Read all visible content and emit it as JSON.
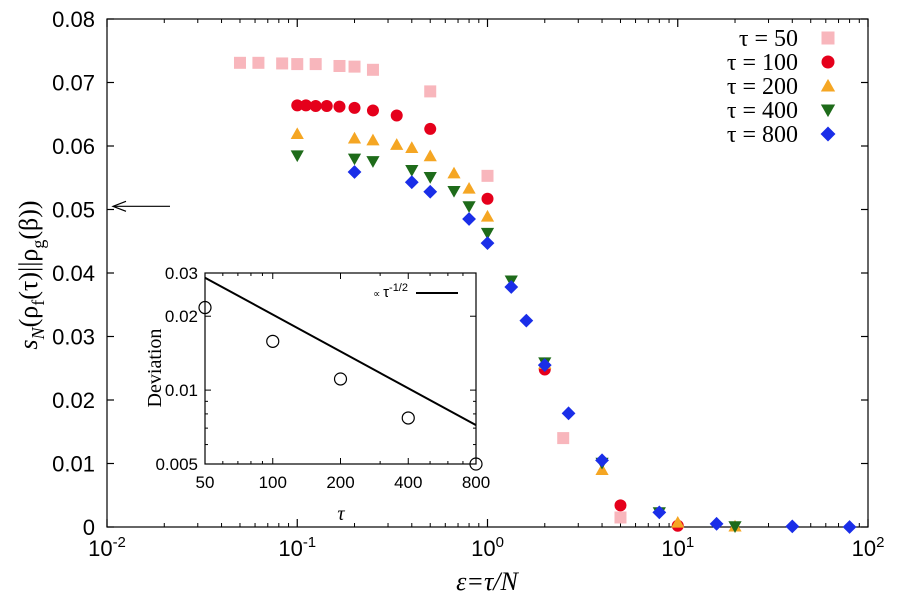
{
  "chart_data": [
    {
      "type": "scatter",
      "xscale": "log",
      "xlim": [
        0.01,
        100
      ],
      "ylim": [
        0,
        0.08
      ],
      "xlabel": "ε=τ/N",
      "ylabel": "s_N(ρ_f(τ)||ρ_g(β))",
      "x_ticks": [
        {
          "value": 0.01,
          "base": "10",
          "exp": "-2"
        },
        {
          "value": 0.1,
          "base": "10",
          "exp": "-1"
        },
        {
          "value": 1,
          "base": "10",
          "exp": "0"
        },
        {
          "value": 10,
          "base": "10",
          "exp": "1"
        },
        {
          "value": 100,
          "base": "10",
          "exp": "2"
        }
      ],
      "y_ticks": [
        {
          "value": 0,
          "label": "0"
        },
        {
          "value": 0.01,
          "label": "0.01"
        },
        {
          "value": 0.02,
          "label": "0.02"
        },
        {
          "value": 0.03,
          "label": "0.03"
        },
        {
          "value": 0.04,
          "label": "0.04"
        },
        {
          "value": 0.05,
          "label": "0.05"
        },
        {
          "value": 0.06,
          "label": "0.06"
        },
        {
          "value": 0.07,
          "label": "0.07"
        },
        {
          "value": 0.08,
          "label": "0.08"
        }
      ],
      "legend_position": "top-right",
      "annotations": [
        {
          "type": "arrow",
          "pointing": "left",
          "y": 0.0505
        }
      ],
      "series": [
        {
          "name": "τ = 50",
          "color": "#f8b6bc",
          "marker": "square",
          "points": [
            [
              0.05,
              0.0731
            ],
            [
              0.0625,
              0.0731
            ],
            [
              0.0833,
              0.073
            ],
            [
              0.1,
              0.0729
            ],
            [
              0.125,
              0.0729
            ],
            [
              0.1667,
              0.0726
            ],
            [
              0.2,
              0.0725
            ],
            [
              0.25,
              0.072
            ],
            [
              0.5,
              0.0686
            ],
            [
              1.0,
              0.0553
            ],
            [
              2.5,
              0.014
            ],
            [
              5.0,
              0.0015
            ]
          ]
        },
        {
          "name": "τ = 100",
          "color": "#e5001b",
          "marker": "circle",
          "points": [
            [
              0.1,
              0.0664
            ],
            [
              0.1111,
              0.0664
            ],
            [
              0.125,
              0.0663
            ],
            [
              0.1429,
              0.0663
            ],
            [
              0.1667,
              0.0662
            ],
            [
              0.2,
              0.066
            ],
            [
              0.25,
              0.0656
            ],
            [
              0.3333,
              0.0648
            ],
            [
              0.5,
              0.0627
            ],
            [
              1.0,
              0.0517
            ],
            [
              2.0,
              0.0248
            ],
            [
              5.0,
              0.0034
            ],
            [
              10.0,
              0.0002
            ]
          ]
        },
        {
          "name": "τ = 200",
          "color": "#f5a623",
          "marker": "triangle-up",
          "points": [
            [
              0.1,
              0.0619
            ],
            [
              0.2,
              0.0612
            ],
            [
              0.25,
              0.0609
            ],
            [
              0.3333,
              0.0602
            ],
            [
              0.4,
              0.0597
            ],
            [
              0.5,
              0.0584
            ],
            [
              0.6667,
              0.0557
            ],
            [
              0.8,
              0.0533
            ],
            [
              1.0,
              0.0489
            ],
            [
              2.0,
              0.0257
            ],
            [
              4.0,
              0.009
            ],
            [
              10.0,
              0.0007
            ],
            [
              20.0,
              0.0001
            ]
          ]
        },
        {
          "name": "τ = 400",
          "color": "#1e6b1a",
          "marker": "triangle-down",
          "points": [
            [
              0.1,
              0.0585
            ],
            [
              0.2,
              0.058
            ],
            [
              0.25,
              0.0576
            ],
            [
              0.4,
              0.0562
            ],
            [
              0.5,
              0.0551
            ],
            [
              0.6667,
              0.0529
            ],
            [
              0.8,
              0.0505
            ],
            [
              1.0,
              0.0463
            ],
            [
              1.3333,
              0.0388
            ],
            [
              2.0,
              0.0259
            ],
            [
              4.0,
              0.0101
            ],
            [
              8.0,
              0.0023
            ],
            [
              20.0,
              0.0001
            ]
          ]
        },
        {
          "name": "τ = 800",
          "color": "#1a2ee8",
          "marker": "diamond",
          "points": [
            [
              0.2,
              0.0559
            ],
            [
              0.4,
              0.0543
            ],
            [
              0.5,
              0.0528
            ],
            [
              0.8,
              0.0485
            ],
            [
              1.0,
              0.0447
            ],
            [
              1.3333,
              0.0378
            ],
            [
              1.6,
              0.0325
            ],
            [
              2.0,
              0.0255
            ],
            [
              2.6667,
              0.0179
            ],
            [
              4.0,
              0.0105
            ],
            [
              8.0,
              0.0023
            ],
            [
              16.0,
              0.0005
            ],
            [
              40.0,
              0.0001
            ],
            [
              80.0,
              0.0
            ]
          ]
        }
      ]
    },
    {
      "type": "scatter",
      "xscale": "log",
      "yscale": "log",
      "xlim": [
        50,
        800
      ],
      "ylim": [
        0.005,
        0.03
      ],
      "xlabel": "τ",
      "ylabel": "Deviation",
      "x_ticks": [
        "50",
        "100",
        "200",
        "400",
        "800"
      ],
      "y_ticks": [
        {
          "value": 0.005,
          "label": "0.005"
        },
        {
          "value": 0.01,
          "label": "0.01"
        },
        {
          "value": 0.02,
          "label": "0.02"
        },
        {
          "value": 0.03,
          "label": "0.03"
        }
      ],
      "legend": "∝ τ^-1/2",
      "legend_parts": {
        "prefix": "∝",
        "base": "τ",
        "exp": "-1/2"
      },
      "points": [
        [
          50,
          0.0217
        ],
        [
          100,
          0.0158
        ],
        [
          200,
          0.0111
        ],
        [
          400,
          0.0077
        ],
        [
          800,
          0.005
        ]
      ],
      "fit_line": [
        [
          50,
          0.0287
        ],
        [
          800,
          0.0072
        ]
      ]
    }
  ]
}
